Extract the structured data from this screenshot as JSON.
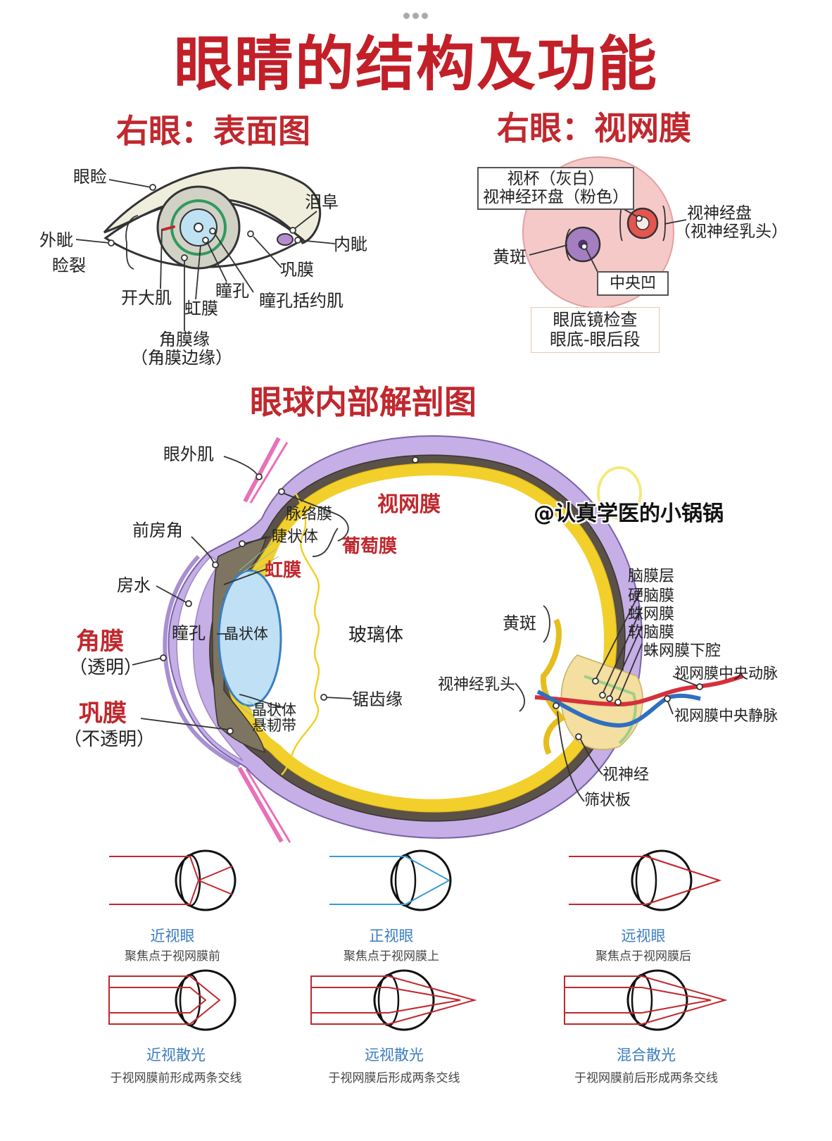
{
  "title": "眼睛的结构及功能",
  "surface": {
    "heading": "右眼：表面图",
    "labels": {
      "eyelid": "眼睑",
      "caruncle": "泪阜",
      "lateral_canthus": "外眦",
      "palpebral_fissure": "睑裂",
      "medial_canthus": "内眦",
      "sclera": "巩膜",
      "dilator": "开大肌",
      "pupil": "瞳孔",
      "iris": "虹膜",
      "sphincter": "瞳孔括约肌",
      "limbus": "角膜缘",
      "limbus_alt": "（角膜边缘）"
    }
  },
  "retina": {
    "heading": "右眼：视网膜",
    "labels": {
      "cup_line1": "视杯（灰白）",
      "cup_line2": "视神经环盘（粉色）",
      "disc": "视神经盘",
      "disc_alt": "（视神经乳头）",
      "macula": "黄斑",
      "fovea": "中央凹",
      "fundus_line1": "眼底镜检查",
      "fundus_line2": "眼底-眼后段"
    }
  },
  "anatomy": {
    "heading": "眼球内部解剖图",
    "watermark": "@认真学医的小锅锅",
    "labels": {
      "extraocular": "眼外肌",
      "retina": "视网膜",
      "choroid": "脉络膜",
      "ciliary": "睫状体",
      "uvea": "葡萄膜",
      "angle": "前房角",
      "iris": "虹膜",
      "aqueous": "房水",
      "cornea": "角膜",
      "cornea_note": "（透明）",
      "pupil": "瞳孔",
      "lens": "晶状体",
      "vitreous": "玻璃体",
      "ora": "锯齿缘",
      "zonule1": "晶状体",
      "zonule2": "悬韧带",
      "sclera": "巩膜",
      "sclera_note": "（不透明）",
      "macula": "黄斑",
      "optic_papilla": "视神经乳头",
      "meninges": "脑膜层",
      "dura": "硬脑膜",
      "arachnoid": "蛛网膜",
      "pia": "软脑膜",
      "subarachnoid": "蛛网膜下腔",
      "artery": "视网膜中央动脉",
      "vein": "视网膜中央静脉",
      "optic_nerve": "视神经",
      "lamina": "筛状板"
    }
  },
  "refraction": [
    {
      "title": "近视眼",
      "desc": "聚焦点于视网膜前"
    },
    {
      "title": "正视眼",
      "desc": "聚焦点于视网膜上"
    },
    {
      "title": "远视眼",
      "desc": "聚焦点于视网膜后"
    },
    {
      "title": "近视散光",
      "desc": "于视网膜前形成两条交线"
    },
    {
      "title": "远视散光",
      "desc": "于视网膜后形成两条交线"
    },
    {
      "title": "混合散光",
      "desc": "于视网膜前后形成两条交线"
    }
  ],
  "colors": {
    "title_red": "#c21f28",
    "sclera_purple": "#b99ad8",
    "retina_yellow": "#f2cf2b",
    "lens_blue": "#bfe0f5",
    "artery_red": "#d6303a",
    "vein_blue": "#2f6fc0",
    "ray_red": "#c0282e",
    "ray_blue": "#3a9bd6"
  }
}
